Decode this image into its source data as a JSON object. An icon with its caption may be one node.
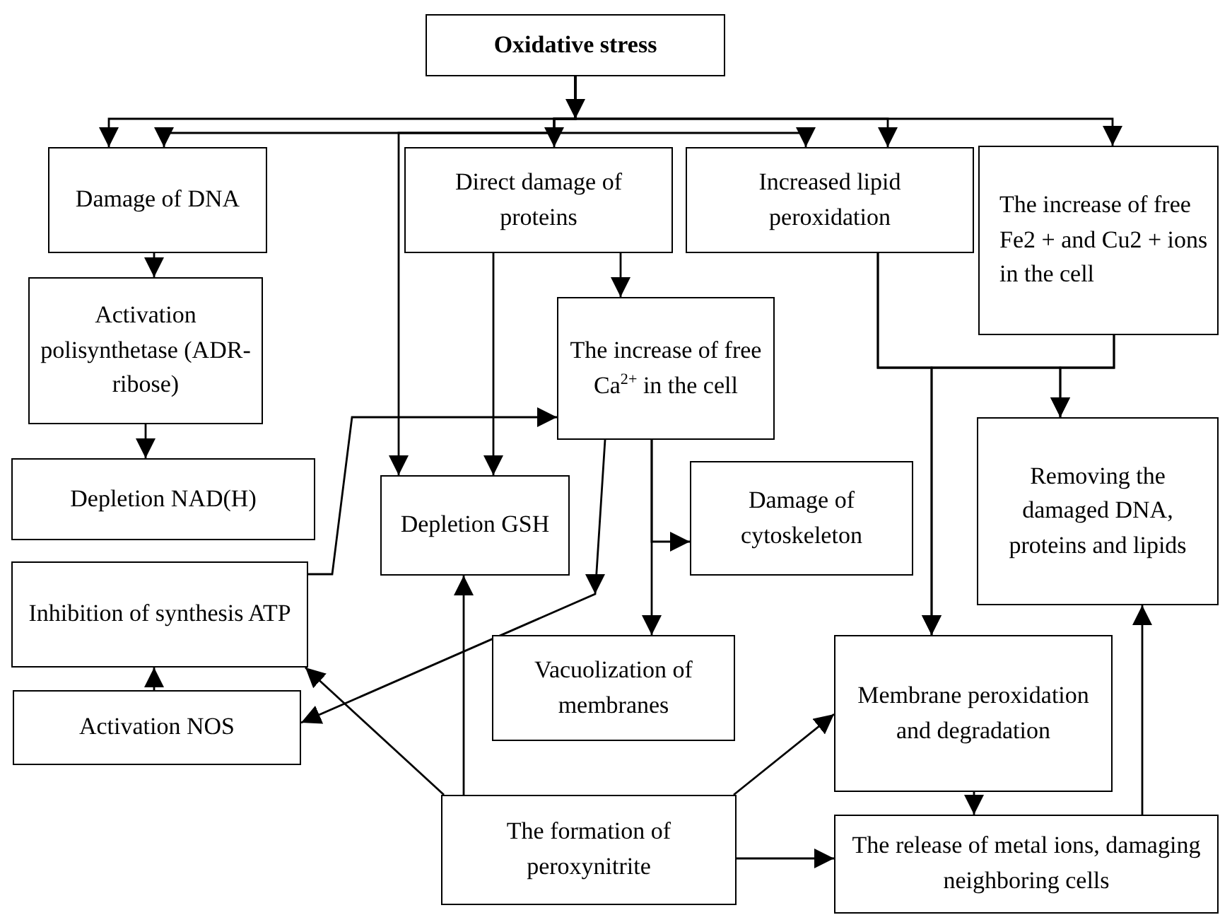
{
  "diagram": {
    "nodes": [
      {
        "text": [
          "Oxidative stress"
        ]
      },
      {
        "text": [
          "Damage of DNA"
        ]
      },
      {
        "text": [
          "Direct damage of proteins"
        ]
      },
      {
        "text": [
          "Increased lipid peroxidation"
        ]
      },
      {
        "text": [
          "The increase of free Fe2 + and Cu2 + ions in the cell"
        ]
      },
      {
        "text": [
          "Activation polisynthetase (ADR-ribose)"
        ]
      },
      {
        "text": [
          "Depletion NAD(H)"
        ]
      },
      {
        "text": [
          "The increase of free Ca$^{2+}$ in the cell"
        ]
      },
      {
        "text": [
          "Depletion GSH"
        ]
      },
      {
        "text": [
          "Damage of cytoskeleton"
        ]
      },
      {
        "text": [
          "Removing the damaged DNA, proteins and lipids"
        ]
      },
      {
        "text": [
          "Inhibition of synthesis ATP"
        ]
      },
      {
        "text": [
          "Activation NOS"
        ]
      },
      {
        "text": [
          "Vacuolization of membranes"
        ]
      },
      {
        "text": [
          "Membrane peroxidation and degradation"
        ]
      },
      {
        "text": [
          "The formation of peroxynitrite"
        ]
      },
      {
        "text": [
          "The release of metal ions, damaging neighboring cells"
        ]
      }
    ],
    "edges": [
      {
        "from": 0,
        "to": 1,
        "arrow": "to"
      },
      {
        "from": 0,
        "to": 1,
        "arrow": "to"
      },
      {
        "from": 0,
        "to": 2,
        "arrow": "to"
      },
      {
        "from": 0,
        "to": 3,
        "arrow": "to"
      },
      {
        "from": 0,
        "to": 3,
        "arrow": "to"
      },
      {
        "from": 0,
        "to": 4,
        "arrow": "to"
      },
      {
        "from": 0,
        "to": 8,
        "arrow": "to"
      },
      {
        "from": 1,
        "to": 5,
        "arrow": "to"
      },
      {
        "from": 5,
        "to": 6,
        "arrow": "to"
      },
      {
        "from": 2,
        "to": 8,
        "arrow": "to"
      },
      {
        "from": 2,
        "to": 7,
        "arrow": "to"
      },
      {
        "from": 11,
        "to": 7,
        "arrow": "to"
      },
      {
        "from": 7,
        "to": 12,
        "arrow": "to"
      },
      {
        "from": 7,
        "to": 9,
        "arrow": "to"
      },
      {
        "from": 7,
        "to": 13,
        "arrow": "to"
      },
      {
        "from": 3,
        "to": 14,
        "arrow": "to"
      },
      {
        "from": 4,
        "to": 14,
        "arrow": "to"
      },
      {
        "from": 3,
        "to": 10,
        "arrow": "to"
      },
      {
        "from": 4,
        "to": 10,
        "arrow": "to"
      },
      {
        "from": 12,
        "to": 11,
        "arrow": "to"
      },
      {
        "from": 15,
        "to": 11,
        "arrow": "to"
      },
      {
        "from": 15,
        "to": 8,
        "arrow": "to"
      },
      {
        "from": 15,
        "to": 14,
        "arrow": "to"
      },
      {
        "from": 15,
        "to": 16,
        "arrow": "to"
      },
      {
        "from": 14,
        "to": 16,
        "arrow": "to"
      },
      {
        "from": 16,
        "to": 10,
        "arrow": "to"
      }
    ]
  }
}
